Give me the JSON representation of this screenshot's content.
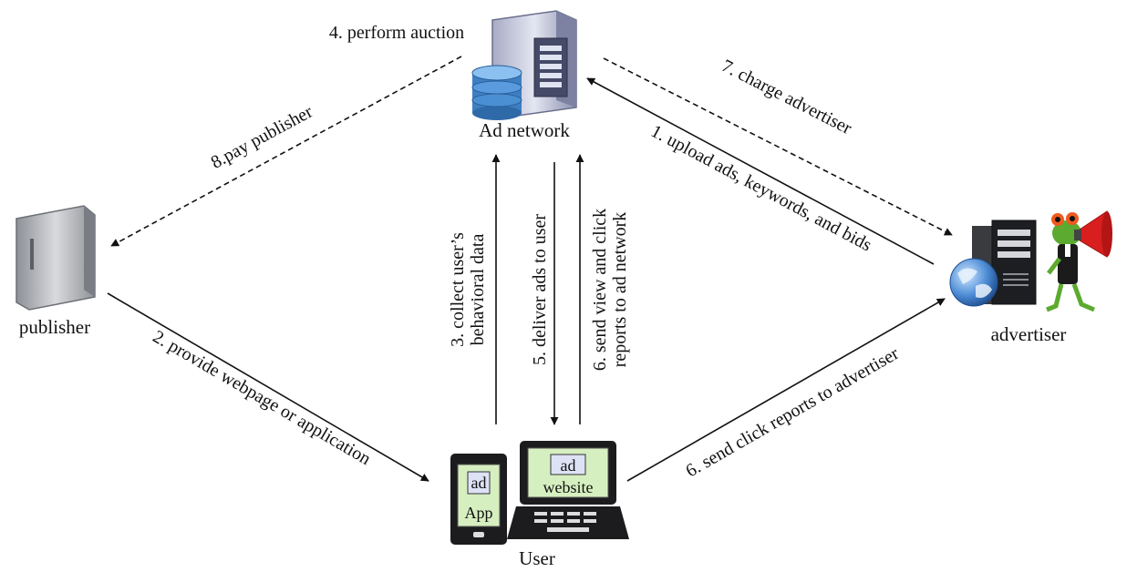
{
  "nodes": {
    "ad_network": "Ad network",
    "publisher": "publisher",
    "advertiser": "advertiser",
    "user": "User"
  },
  "steps": {
    "s1": "1. upload ads, keywords, and bids",
    "s2": "2. provide webpage or application",
    "s3_line1": "3. collect user’s",
    "s3_line2": "behavioral data",
    "s4": "4. perform auction",
    "s5": "5. deliver ads to user",
    "s6_line1": "6. send view and click",
    "s6_line2": "reports to ad network",
    "s6b": "6. send click reports to advertiser",
    "s7": "7. charge advertiser",
    "s8": "8.pay publisher"
  },
  "devices": {
    "phone_ad": "ad",
    "phone_app": "App",
    "laptop_ad": "ad",
    "laptop_site": "website"
  },
  "colors": {
    "screen_green": "#d6efc0",
    "ad_box_blue": "#dde2f5",
    "db_blue": "#3d7fc2",
    "frog_green": "#5caa2f",
    "megaphone_red": "#d81e1e"
  },
  "icons": [
    "server-icon",
    "database-icon",
    "server-tower-icon",
    "globe-icon",
    "frog-icon",
    "megaphone-icon",
    "phone-icon",
    "laptop-icon"
  ]
}
